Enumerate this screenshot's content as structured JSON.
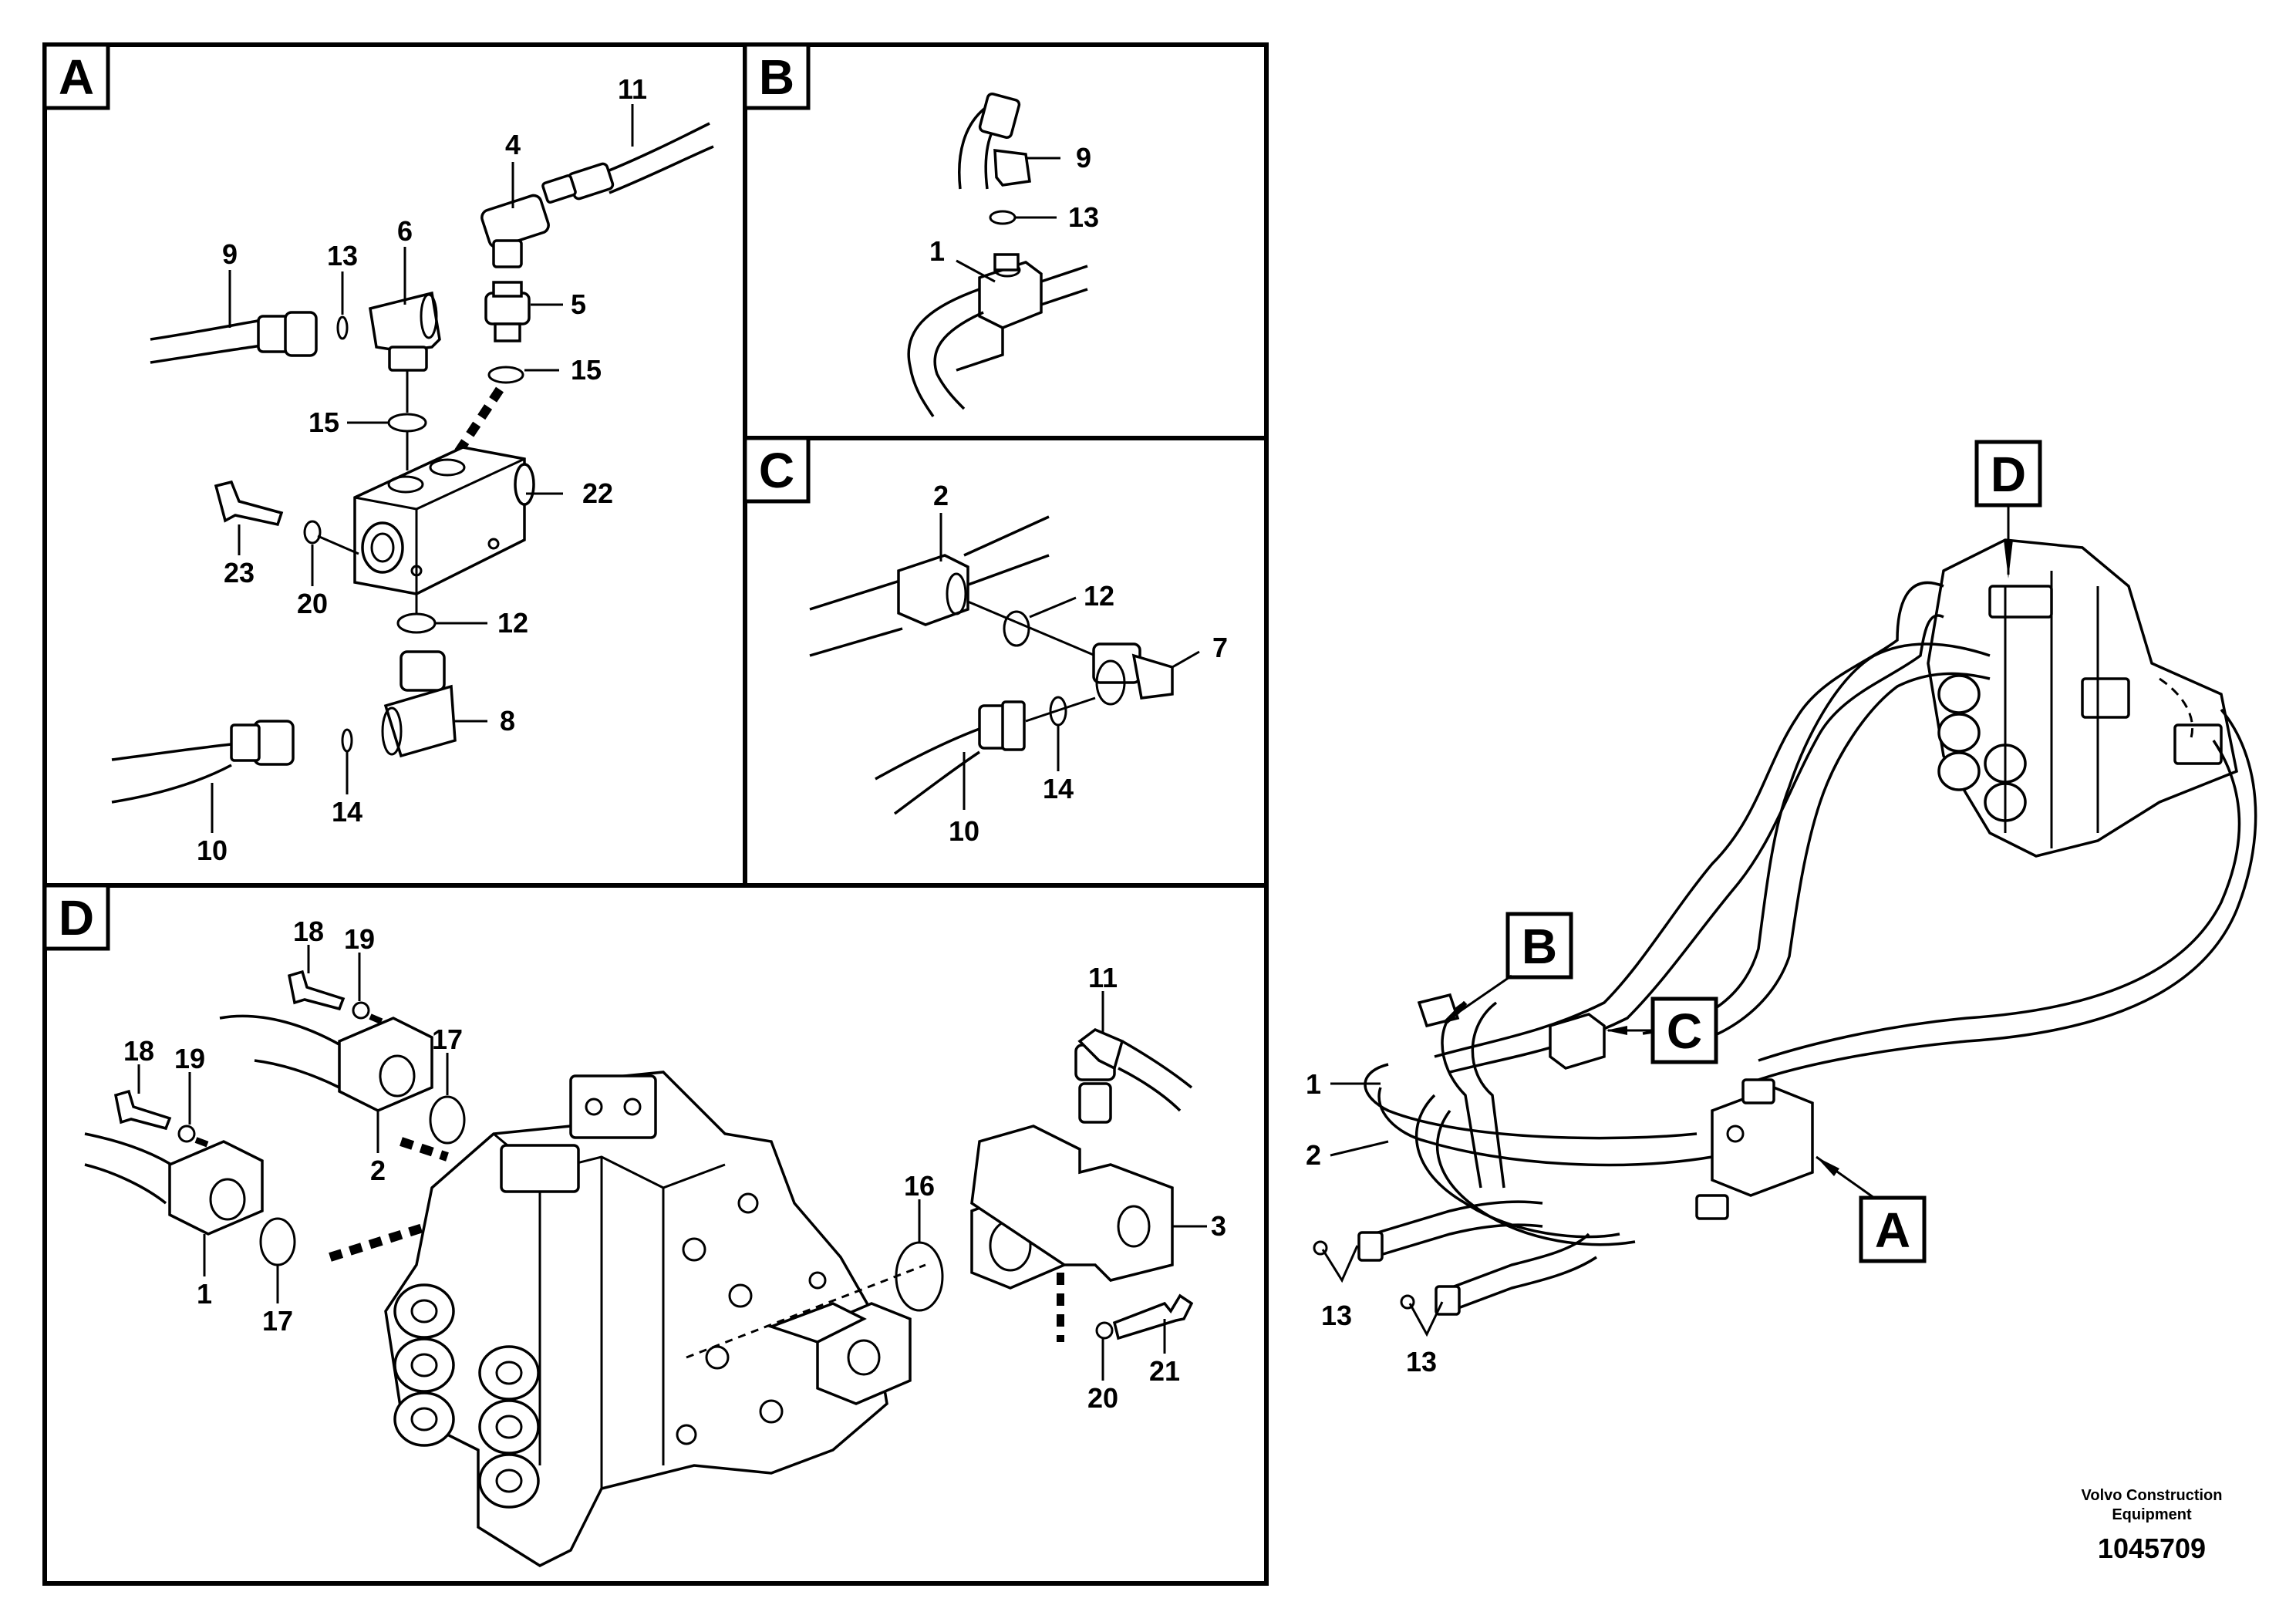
{
  "panels": {
    "a": {
      "tag": "A",
      "callouts": [
        "11",
        "4",
        "6",
        "13",
        "9",
        "5",
        "15",
        "15",
        "22",
        "23",
        "20",
        "12",
        "8",
        "14",
        "10"
      ]
    },
    "b": {
      "tag": "B",
      "callouts": [
        "9",
        "13",
        "1"
      ]
    },
    "c": {
      "tag": "C",
      "callouts": [
        "2",
        "12",
        "7",
        "14",
        "10"
      ]
    },
    "d": {
      "tag": "D",
      "callouts": [
        "18",
        "19",
        "18",
        "19",
        "17",
        "2",
        "11",
        "16",
        "3",
        "1",
        "17",
        "20",
        "21"
      ]
    }
  },
  "overview": {
    "tags": [
      "D",
      "B",
      "C",
      "A"
    ],
    "callouts": [
      "1",
      "2",
      "13",
      "13"
    ]
  },
  "footer": {
    "company_line1": "Volvo Construction",
    "company_line2": "Equipment",
    "document_number": "1045709"
  }
}
